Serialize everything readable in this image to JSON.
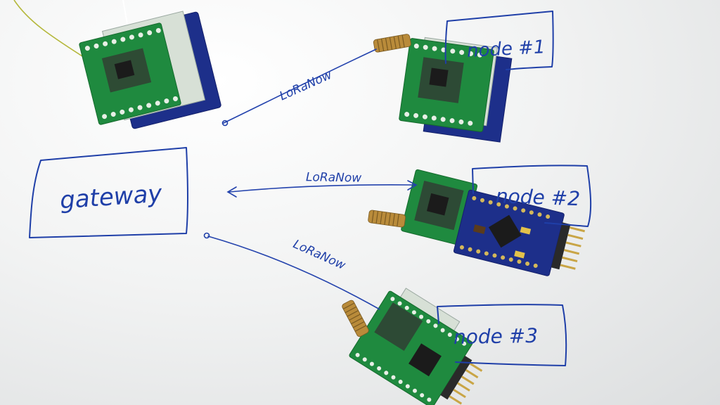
{
  "labels": {
    "gateway": "gateway",
    "node1": "node #1",
    "node2": "node #2",
    "node3": "node #3",
    "link1": "LoRaNow",
    "link2": "LoRaNow",
    "link3": "LoRaNow"
  },
  "colors": {
    "ink": "#1f3fa8",
    "pcb_green": "#1f8a3f",
    "pcb_blue": "#1d2f8a",
    "paper": "#f2f3f3"
  }
}
